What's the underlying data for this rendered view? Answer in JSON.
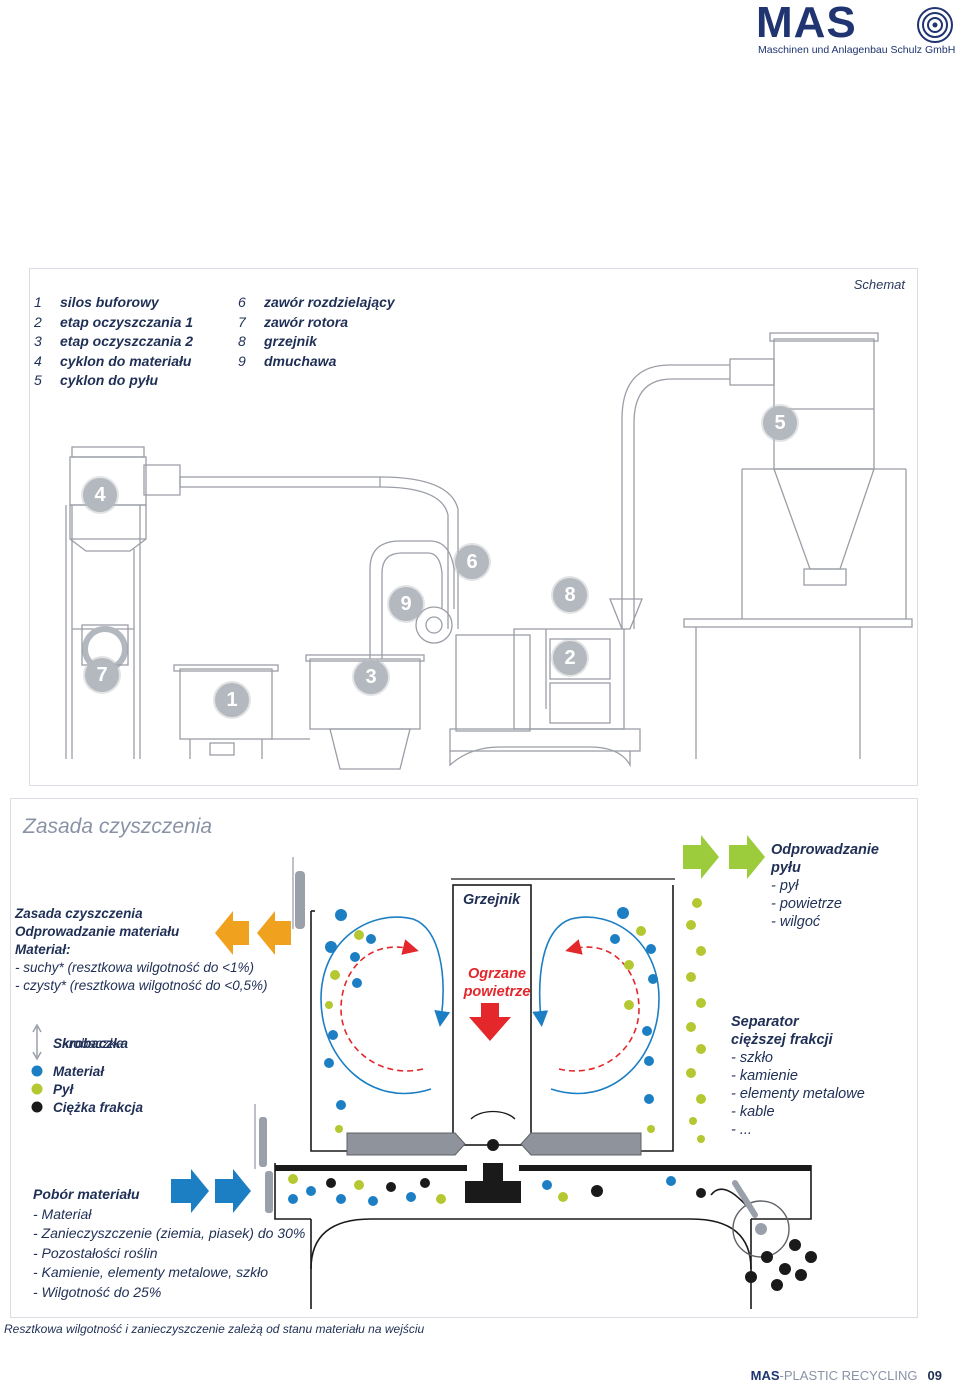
{
  "logo": {
    "word": "MAS",
    "subtitle": "Maschinen und Anlagenbau Schulz GmbH"
  },
  "schema": {
    "label": "Schemat",
    "legend_left": [
      {
        "num": "1",
        "text": "silos buforowy"
      },
      {
        "num": "2",
        "text": "etap oczyszczania 1"
      },
      {
        "num": "3",
        "text": "etap oczyszczania 2"
      },
      {
        "num": "4",
        "text": "cyklon do materiału"
      },
      {
        "num": "5",
        "text": "cyklon do pyłu"
      }
    ],
    "legend_right": [
      {
        "num": "6",
        "text": "zawór rozdzielający"
      },
      {
        "num": "7",
        "text": "zawór rotora"
      },
      {
        "num": "8",
        "text": "grzejnik"
      },
      {
        "num": "9",
        "text": "dmuchawa"
      }
    ],
    "callouts": [
      "1",
      "2",
      "3",
      "4",
      "5",
      "6",
      "7",
      "8",
      "9"
    ]
  },
  "principle": {
    "title": "Zasada czyszczenia",
    "intro": {
      "line1": "Zasada czyszczenia",
      "line2": "Odprowadzanie materiału",
      "line3": "Materiał:",
      "line4": "- suchy* (resztkowa wilgotność do <1%)",
      "line5": "- czysty* (resztkowa wilgotność do <0,5%)"
    },
    "legend": {
      "scraper": "Skrobaczka",
      "material": "Materiał",
      "dust": "Pył",
      "heavy": "Ciężka frakcja"
    },
    "heater": {
      "label": "Grzejnik",
      "hot_air_1": "Ogrzane",
      "hot_air_2": "powietrze"
    },
    "dust_out": {
      "title1": "Odprowadzanie",
      "title2": "pyłu",
      "items": [
        "- pył",
        "- powietrze",
        "- wilgoć"
      ]
    },
    "separator": {
      "title1": "Separator",
      "title2": "cięższej frakcji",
      "items": [
        "- szkło",
        "- kamienie",
        "- elementy metalowe",
        "- kable",
        "- ..."
      ]
    },
    "intake": {
      "title": "Pobór materiału",
      "items": [
        "- Materiał",
        "- Zanieczyszczenie (ziemia, piasek) do 30%",
        "- Pozostałości roślin",
        "- Kamienie, elementy metalowe, szkło",
        "- Wilgotność do 25%"
      ]
    }
  },
  "footnote": "Resztkowa wilgotność i zanieczyszczenie zależą od stanu materiału na wejściu",
  "footer": {
    "brand": "MAS",
    "suffix": "-PLASTIC RECYCLING",
    "page": "09"
  },
  "colors": {
    "blue": "#1d7fc3",
    "green": "#b5c832",
    "black": "#1a1a1a",
    "red": "#e3272b",
    "orange": "#f0a21e",
    "arrow_green": "#9ccc3c",
    "navy": "#1f3470",
    "grey": "#b4b8bf"
  }
}
